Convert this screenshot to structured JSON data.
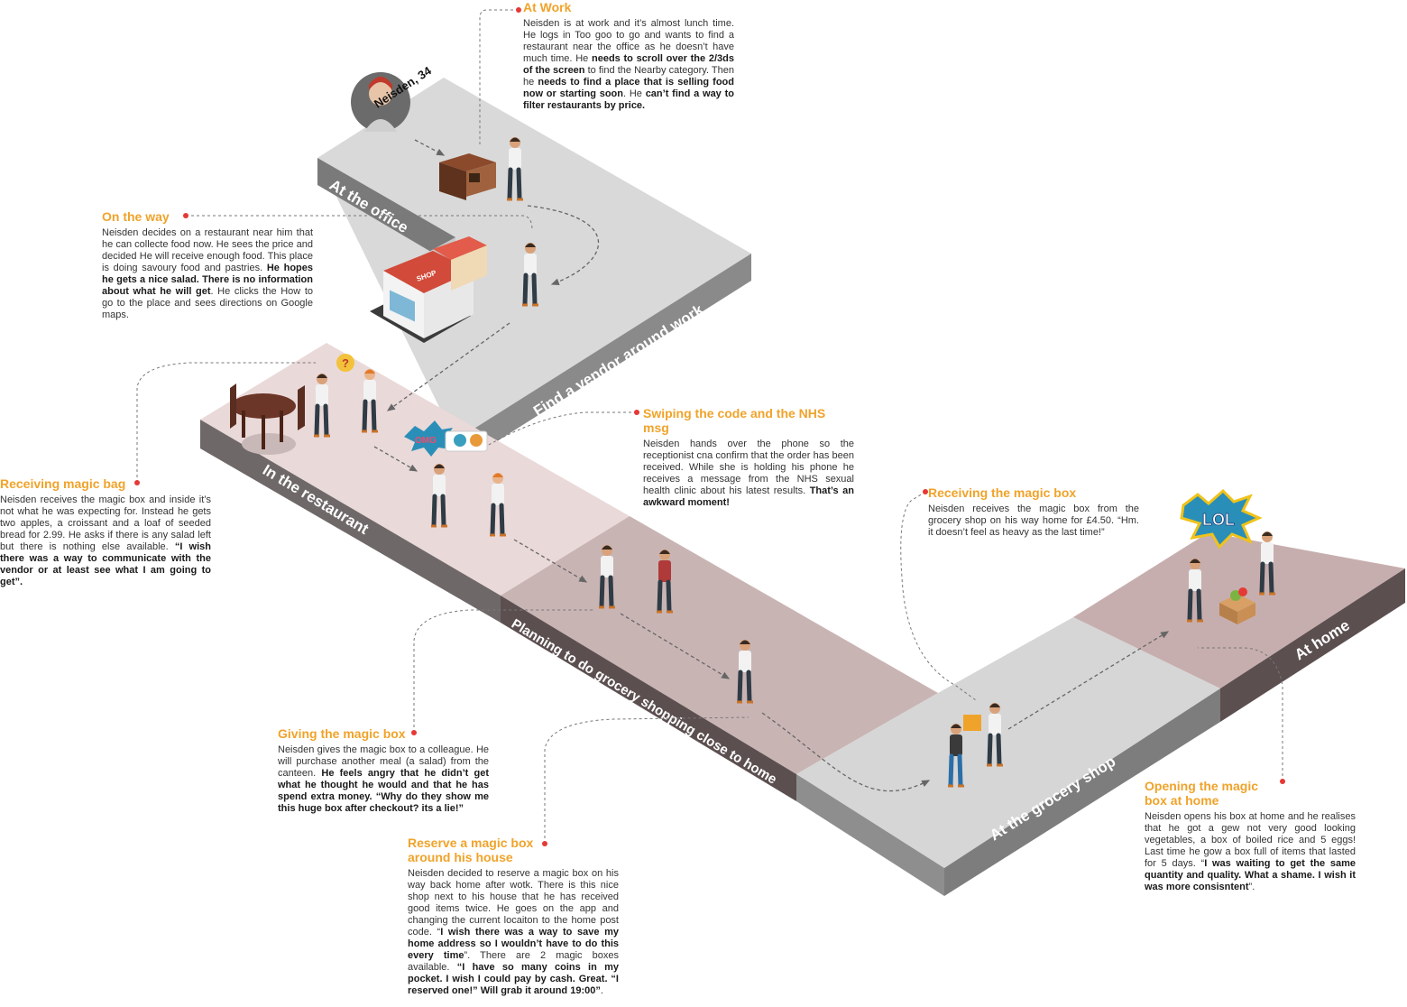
{
  "persona": {
    "label": "Neisden, 34"
  },
  "zones": [
    {
      "id": "office",
      "label": "At the office"
    },
    {
      "id": "vendor",
      "label": "Find a vendor around work"
    },
    {
      "id": "restaurant",
      "label": "In the restaurant"
    },
    {
      "id": "planning",
      "label": "Planning to do grocery shopping close to home"
    },
    {
      "id": "grocery",
      "label": "At the grocery shop"
    },
    {
      "id": "home",
      "label": "At home"
    }
  ],
  "steps": [
    {
      "title": "At Work",
      "body": [
        {
          "t": "Neisden is at work and it’s almost lunch time. He logs in Too goo to go and wants to find a restaurant near the office as he doesn’t have much time. He "
        },
        {
          "t": "needs to scroll over the 2/3ds of the screen",
          "b": true
        },
        {
          "t": " to find the Nearby category. Then he "
        },
        {
          "t": "needs to find a place that is selling food now or starting soon",
          "b": true
        },
        {
          "t": ". He "
        },
        {
          "t": "can’t find a way to filter restaurants by price.",
          "b": true
        }
      ]
    },
    {
      "title": "On the way",
      "body": [
        {
          "t": "Neisden decides on a restaurant near him that he can collecte food now. He sees the price and decided He will receive enough food. This place is doing savoury food and pastries. "
        },
        {
          "t": "He hopes he gets a nice salad. There is no information about what he will get",
          "b": true
        },
        {
          "t": ". He clicks the How to go to the place and sees directions on Google maps."
        }
      ]
    },
    {
      "title": "Receiving magic bag",
      "body": [
        {
          "t": "Neisden receives the magic box and inside it’s not what he was expecting for. Instead he gets two apples, a croissant and a loaf of seeded bread for 2.99. He asks if there is any salad left but there is nothing else available. "
        },
        {
          "t": "“I wish there was a way to communicate with the vendor or at least see what I am going to get”.",
          "b": true
        }
      ]
    },
    {
      "title": "Swiping the code and the NHS msg",
      "body": [
        {
          "t": "Neisden hands over the phone so the receptionist cna confirm that the order has been received. While she is holding his phone he receives a message from the NHS sexual health clinic about his latest results. "
        },
        {
          "t": "That’s an awkward moment!",
          "b": true
        }
      ]
    },
    {
      "title": "Giving the magic box",
      "body": [
        {
          "t": "Neisden gives the magic box to a colleague. He will purchase another meal (a salad) from the canteen. "
        },
        {
          "t": "He feels angry that he didn’t get what he thought he would and that he has spend extra money. “Why do they show me this huge box after checkout? its a lie!”",
          "b": true
        }
      ]
    },
    {
      "title": "Reserve a magic box around his house",
      "body": [
        {
          "t": "Neisden decided to reserve a magic box on his way back home after wotk. There is this nice shop next to his house that he has received good items twice. He goes on the app and changing the current locaiton to the home post code. “"
        },
        {
          "t": "I wish there was a way to save my home address so I wouldn’t have to do this every time",
          "b": true
        },
        {
          "t": "”. There are 2 magic boxes available. "
        },
        {
          "t": "“I have so many coins in my pocket. I  wish I could pay by cash. Great. “I reserved one!” Will grab it around 19:00”",
          "b": true
        },
        {
          "t": "."
        }
      ]
    },
    {
      "title": "Receiving the magic box",
      "body": [
        {
          "t": "Neisden receives the magic box from the grocery shop on his way home for £4.50. “Hm. it doesn’t feel as heavy as the last time!”"
        }
      ]
    },
    {
      "title": "Opening the magic box at home",
      "body": [
        {
          "t": "Neisden opens his box at home and he realises that he got a gew not very good looking vegetables, a box of boiled rice and 5 eggs! Last time he gow a box full of items that lasted for 5 days. “"
        },
        {
          "t": "I was waiting to get the same quantity and quality. What a shame. I wish it was more consisntent",
          "b": true
        },
        {
          "t": "”."
        }
      ]
    }
  ],
  "shop_sign": "SHOP",
  "comic_bubbles": [
    "OMG",
    "LOL"
  ],
  "colors": {
    "accent": "#f0a32a",
    "office_floor": "#d9d9d9",
    "restaurant_floor": "#ead9d9",
    "planning_floor": "#c9b4b4",
    "grocery_floor": "#d6d6d6",
    "home_floor": "#c7aeae",
    "edge_dark": "#6f6868",
    "edge_darker": "#5c4f50"
  }
}
